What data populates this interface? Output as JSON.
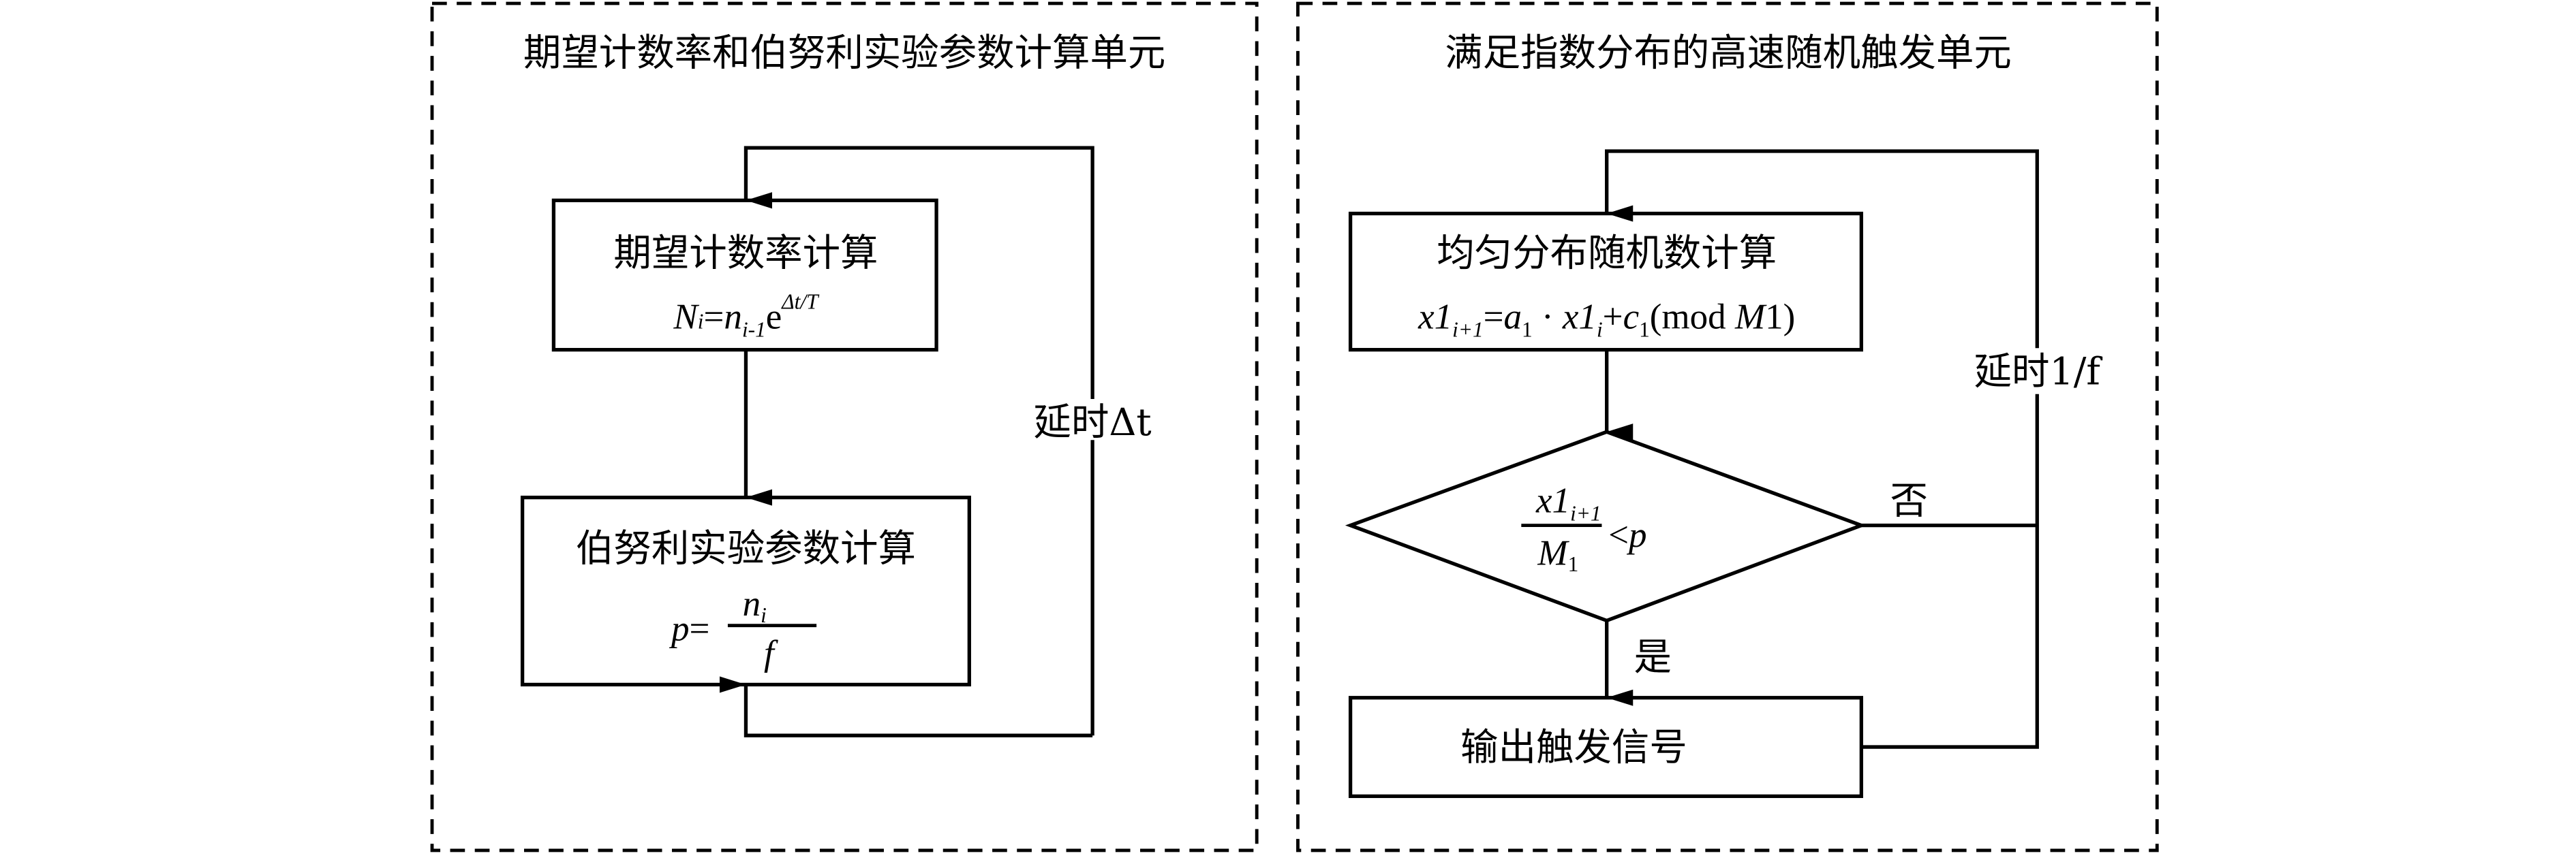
{
  "left_unit": {
    "title": "期望计数率和伯努利实验参数计算单元",
    "box1_label": "期望计数率计算",
    "box1_formula": {
      "N": "N",
      "i": "i",
      "eq": "=",
      "n": "n",
      "sub": "i-1",
      "e": "e",
      "exp": "Δt/T"
    },
    "box2_label": "伯努利实验参数计算",
    "box2_formula": {
      "p": "p",
      "eq": "= ",
      "num": "n",
      "num_sub": "i",
      "den": "f"
    },
    "loop_label": "延时Δt"
  },
  "right_unit": {
    "title": "满足指数分布的高速随机触发单元",
    "box1_label": "均匀分布随机数计算",
    "box1_formula": {
      "x1": "x1",
      "s1": "i+1",
      "eq": "=",
      "a": "a",
      "one": "1",
      "dot": " · ",
      "x1b": "x1",
      "si": "i",
      "plus": "+",
      "c": "c",
      "mod": "(mod ",
      "M": "M",
      "close": "1)"
    },
    "decision": {
      "num": "x1",
      "num_sub": "i+1",
      "den": "M",
      "den_sub": "1",
      "cmp": "<",
      "p": "p"
    },
    "no_label": "否",
    "yes_label": "是",
    "box2_label": "输出触发信号",
    "loop_label": "延时1/f"
  }
}
